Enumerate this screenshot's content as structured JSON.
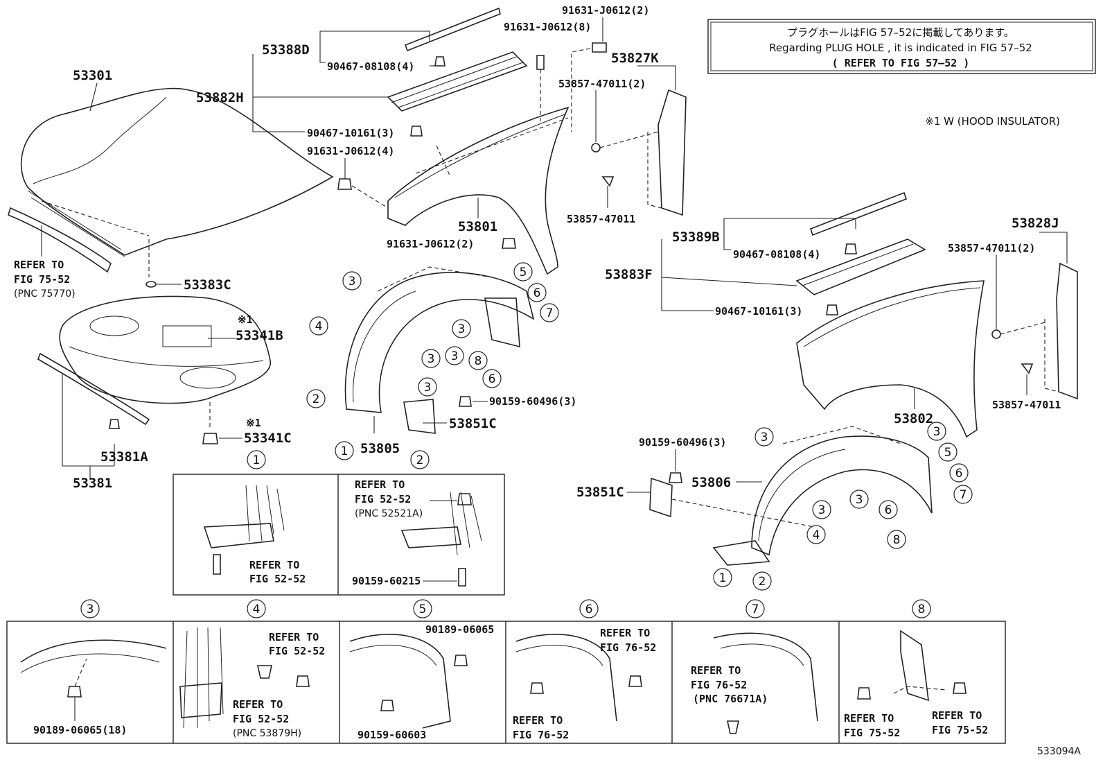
{
  "note": {
    "line1": "プラグホールはFIG 57–52に掲載してあります。",
    "line2": "Regarding PLUG HOLE , it is indicated in FIG 57–52",
    "line3": "( REFER TO FIG 57–52 )"
  },
  "hood_insulator_note": "※1 W (HOOD INSULATOR)",
  "figure_code": "533094A",
  "parts": {
    "p53301": "53301",
    "p53388D": "53388D",
    "p53882H": "53882H",
    "p90467_08108_4_a": "90467-08108(4)",
    "p90467_10161_3_a": "90467-10161(3)",
    "p91631_j0612_8": "91631-J0612(8)",
    "p91631_j0612_2_top": "91631-J0612(2)",
    "p91631_j0612_4": "91631-J0612(4)",
    "p91631_j0612_2_b": "91631-J0612(2)",
    "p53827K": "53827K",
    "p53857_47011_2_a": "53857-47011(2)",
    "p53857_47011_a": "53857-47011",
    "p53801": "53801",
    "p53383C": "53383C",
    "p53341B": "53341B",
    "p53341C": "53341C",
    "p53381A": "53381A",
    "p53381": "53381",
    "p90159_60496_3_a": "90159-60496(3)",
    "p53851C_a": "53851C",
    "p53805": "53805",
    "p53389B": "53389B",
    "p53883F": "53883F",
    "p90467_08108_4_b": "90467-08108(4)",
    "p90467_10161_3_b": "90467-10161(3)",
    "p53828J": "53828J",
    "p53857_47011_2_b": "53857-47011(2)",
    "p53857_47011_b": "53857-47011",
    "p53802": "53802",
    "p90159_60496_3_b": "90159-60496(3)",
    "p53806": "53806",
    "p53851C_b": "53851C"
  },
  "markers": {
    "star1_a": "※1",
    "star1_b": "※1"
  },
  "refer_hood": {
    "l1": "REFER TO",
    "l2": "FIG 75-52",
    "l3": "(PNC 75770)"
  },
  "circle_numbers": [
    "1",
    "2",
    "3",
    "4",
    "5",
    "6",
    "7",
    "8"
  ],
  "detail1": {
    "title": "1",
    "refer_l1": "REFER TO",
    "refer_l2": "FIG 52-52"
  },
  "detail2": {
    "title": "2",
    "refer_l1": "REFER TO",
    "refer_l2": "FIG 52-52",
    "refer_l3": "(PNC 52521A)",
    "part": "90159-60215"
  },
  "detail3": {
    "title": "3",
    "part": "90189-06065(18)"
  },
  "detail4": {
    "title": "4",
    "ref_a_l1": "REFER TO",
    "ref_a_l2": "FIG 52-52",
    "ref_b_l1": "REFER TO",
    "ref_b_l2": "FIG 52-52",
    "ref_b_l3": "(PNC 53879H)"
  },
  "detail5": {
    "title": "5",
    "part_a": "90189-06065",
    "part_b": "90159-60603"
  },
  "detail6": {
    "title": "6",
    "ref_a_l1": "REFER TO",
    "ref_a_l2": "FIG 76-52",
    "ref_b_l1": "REFER TO",
    "ref_b_l2": "FIG 76-52"
  },
  "detail7": {
    "title": "7",
    "ref_l1": "REFER TO",
    "ref_l2": "FIG 76-52",
    "ref_l3": "(PNC 76671A)"
  },
  "detail8": {
    "title": "8",
    "ref_a_l1": "REFER TO",
    "ref_a_l2": "FIG 75-52",
    "ref_b_l1": "REFER TO",
    "ref_b_l2": "FIG 75-52"
  }
}
